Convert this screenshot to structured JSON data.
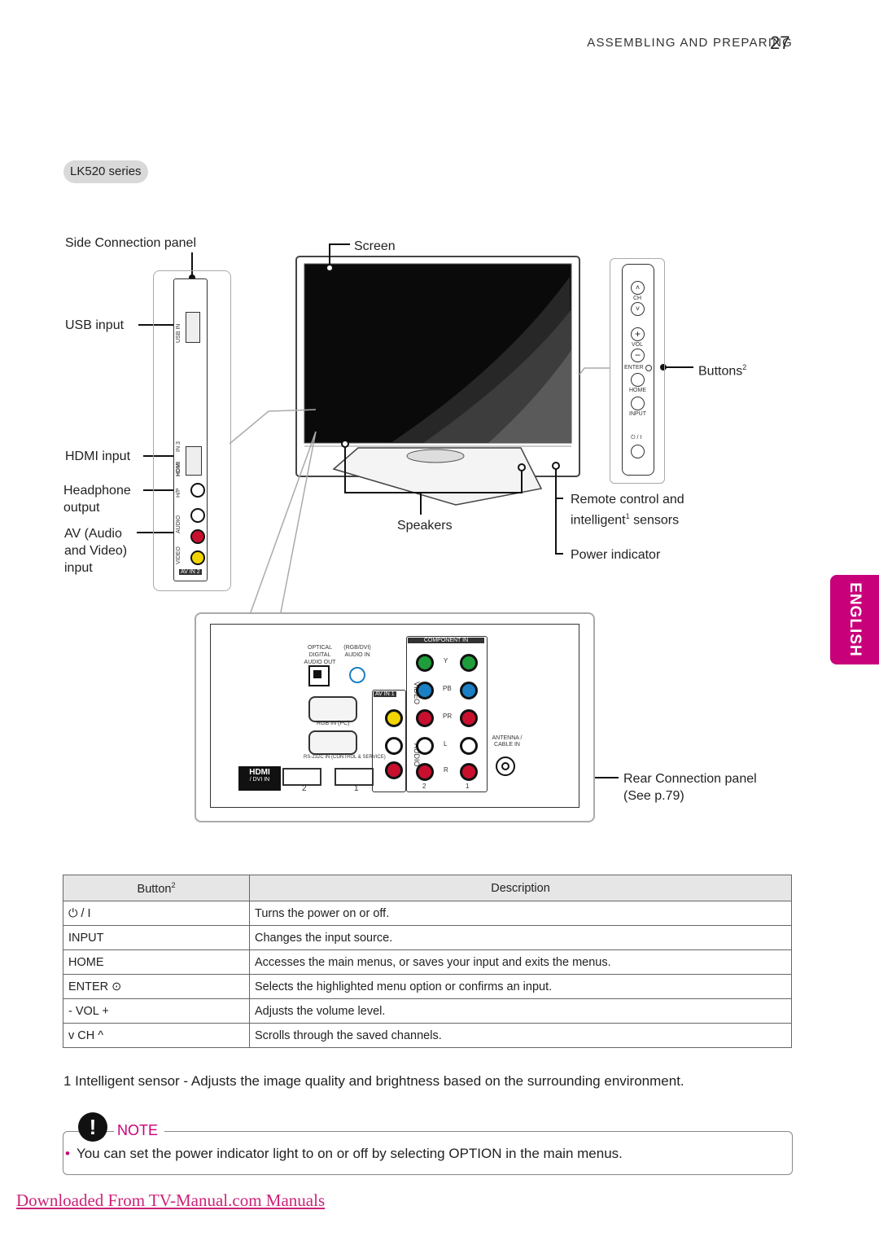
{
  "header": {
    "section": "ASSEMBLING AND PREPARING",
    "page_number": "27"
  },
  "series": "LK520 series",
  "labels": {
    "side_panel": "Side Connection panel",
    "screen": "Screen",
    "usb_input": "USB input",
    "hdmi_input": "HDMI input",
    "headphone_1": "Headphone",
    "headphone_2": "output",
    "av_1": "AV (Audio",
    "av_2": "and Video)",
    "av_3": "input",
    "buttons": "Buttons",
    "buttons_sup": "2",
    "speakers": "Speakers",
    "remote_1": "Remote control and",
    "remote_2a": "intelligent",
    "remote_2sup": "1",
    "remote_2b": " sensors",
    "power_indicator": "Power indicator",
    "rear_1": "Rear Connection panel",
    "rear_2": "(See p.79)"
  },
  "side_panel_text": {
    "usb_in": "USB IN",
    "hdmi_in3": "IN 3",
    "hdmi": "HDMI",
    "h_p": "H/P",
    "audio": "AUDIO",
    "video": "VIDEO",
    "av_in2": "AV IN 2"
  },
  "button_panel_text": {
    "ch": "CH",
    "vol": "VOL",
    "enter": "ENTER",
    "home": "HOME",
    "input": "INPUT",
    "power": "⏻ / I"
  },
  "rear_panel_text": {
    "optical": "OPTICAL DIGITAL",
    "audio_out": "AUDIO OUT",
    "rgb_dvi": "(RGB/DVI)",
    "audio_in": "AUDIO IN",
    "av_in1": "AV IN 1",
    "rgb_in": "RGB IN (PC)",
    "rs232c": "RS-232C IN (CONTROL & SERVICE)",
    "hdmi": "HDMI",
    "dvi_in": "/ DVI IN",
    "hdmi_2": "2",
    "hdmi_1": "1",
    "component_in": "COMPONENT IN",
    "video": "VIDEO",
    "audio": "AUDIO",
    "y": "Y",
    "pb": "PB",
    "pr": "PR",
    "l": "L",
    "r": "R",
    "comp_2": "2",
    "comp_1": "1",
    "antenna": "ANTENNA /",
    "cable_in": "CABLE IN"
  },
  "english_tab": "ENGLISH",
  "table": {
    "headers": {
      "button": "Button",
      "button_sup": "2",
      "description": "Description"
    },
    "rows": [
      {
        "button": "⏻ / I",
        "description": "Turns the power on or off."
      },
      {
        "button": "INPUT",
        "description": "Changes the input source."
      },
      {
        "button": "HOME",
        "description": "Accesses the main menus, or saves your input and exits the menus."
      },
      {
        "button": "ENTER ⊙",
        "description": "Selects the highlighted menu option or confirms an input."
      },
      {
        "button": "- VOL +",
        "description": "Adjusts the volume level."
      },
      {
        "button": "v CH ^",
        "description": "Scrolls through the saved channels."
      }
    ]
  },
  "footnote": "1   Intelligent sensor - Adjusts the image quality and brightness based on the surrounding environment.",
  "note": {
    "icon": "!",
    "title": "NOTE",
    "bullet": "•",
    "text": "You can set the power indicator light to on or off by selecting OPTION in the main menus."
  },
  "download_link": "Downloaded From TV-Manual.com Manuals",
  "colors": {
    "accent": "#c8007a",
    "link": "#cc2277",
    "green": "#1e9e3a",
    "blue": "#1a7fc4",
    "red": "#c8102e",
    "yellow": "#f2d400"
  }
}
